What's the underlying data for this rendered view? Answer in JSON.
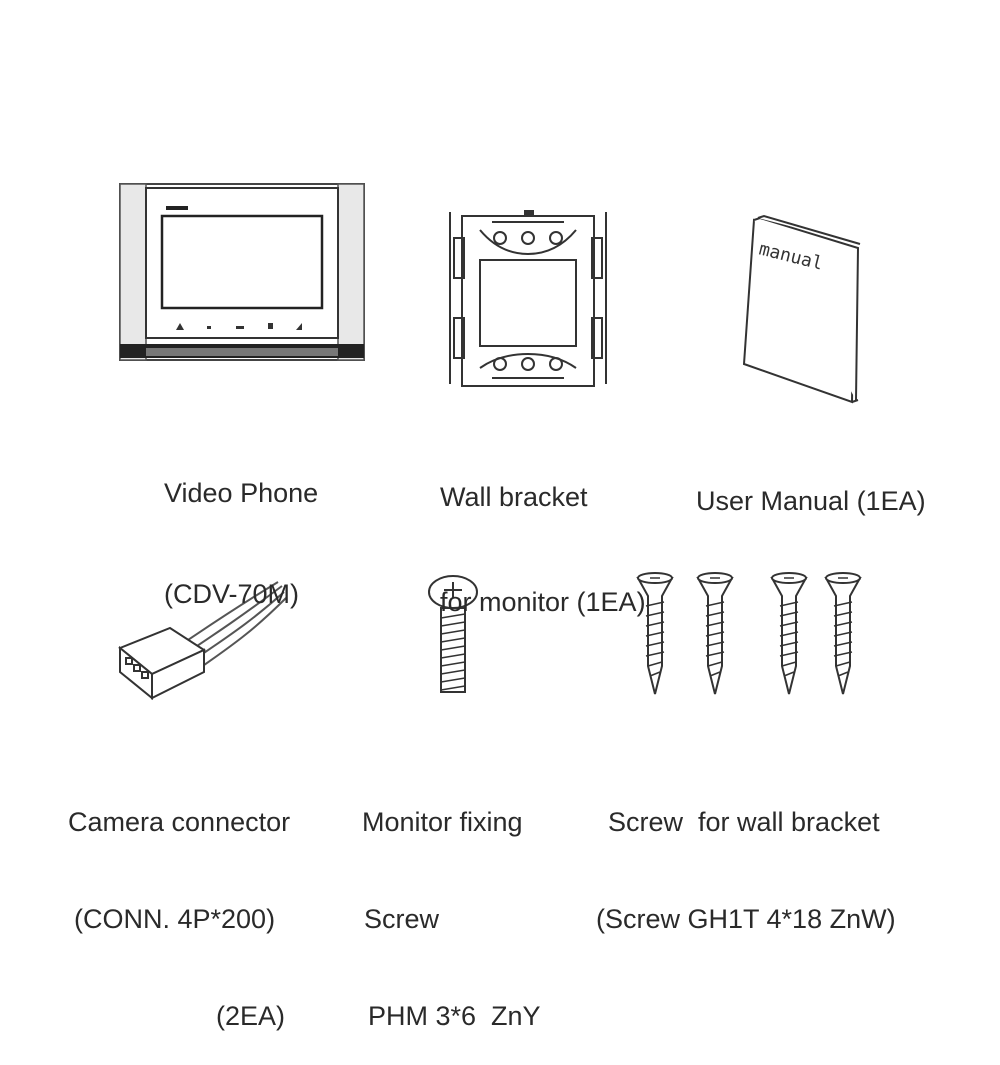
{
  "items": [
    {
      "lines": [
        "Video Phone",
        "(CDV-70M)"
      ],
      "icon": "video-phone-icon"
    },
    {
      "lines": [
        "Wall bracket",
        "for monitor (1EA)"
      ],
      "icon": "wall-bracket-icon"
    },
    {
      "lines": [
        "User Manual (1EA)"
      ],
      "icon": "user-manual-icon",
      "cover_text": "manual"
    },
    {
      "lines": [
        "Camera connector",
        "(CONN. 4P*200)",
        "(2EA)"
      ],
      "icon": "camera-connector-icon"
    },
    {
      "lines": [
        "Monitor fixing",
        "Screw",
        "PHM 3*6  ZnY"
      ],
      "icon": "monitor-screw-icon"
    },
    {
      "lines": [
        "Screw  for wall bracket",
        "(Screw GH1T 4*18 ZnW)"
      ],
      "icon": "wall-screws-icon"
    }
  ]
}
